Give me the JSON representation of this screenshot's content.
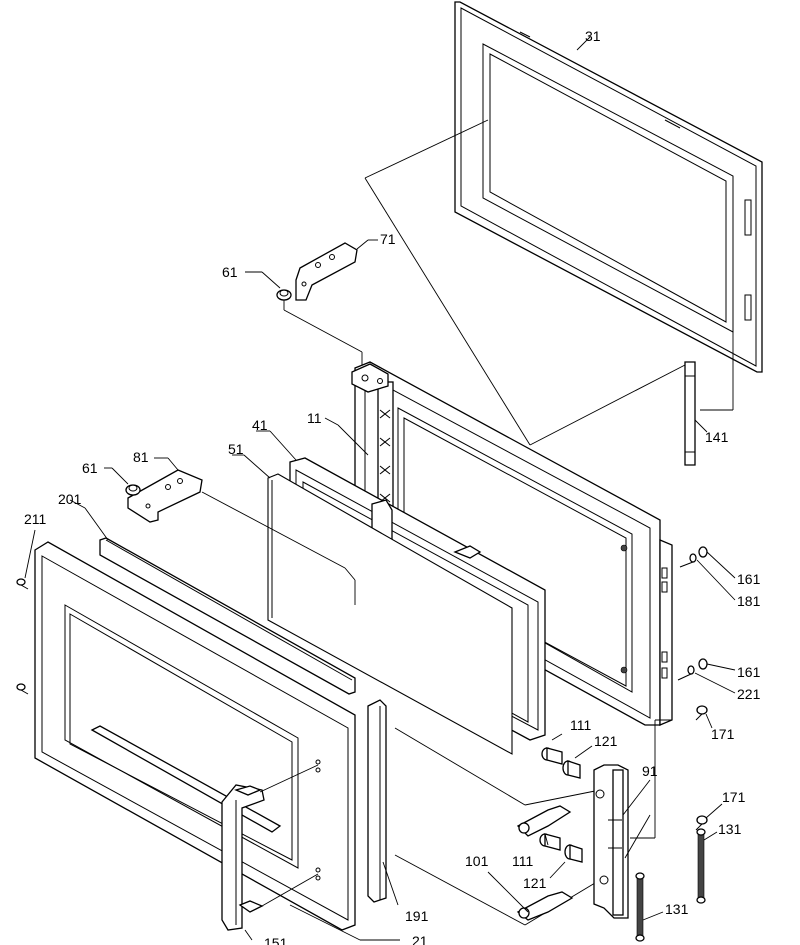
{
  "labels": {
    "l31": "31",
    "l71": "71",
    "l61a": "61",
    "l11": "11",
    "l41": "41",
    "l51": "51",
    "l81": "81",
    "l61b": "61",
    "l201": "201",
    "l211": "211",
    "l141": "141",
    "l161a": "161",
    "l181": "181",
    "l161b": "161",
    "l221": "221",
    "l171a": "171",
    "l111a": "111",
    "l121a": "121",
    "l91": "91",
    "l171b": "171",
    "l131a": "131",
    "l101": "101",
    "l111b": "111",
    "l121b": "121",
    "l191": "191",
    "l131b": "131",
    "l151": "151",
    "l21": "21"
  }
}
